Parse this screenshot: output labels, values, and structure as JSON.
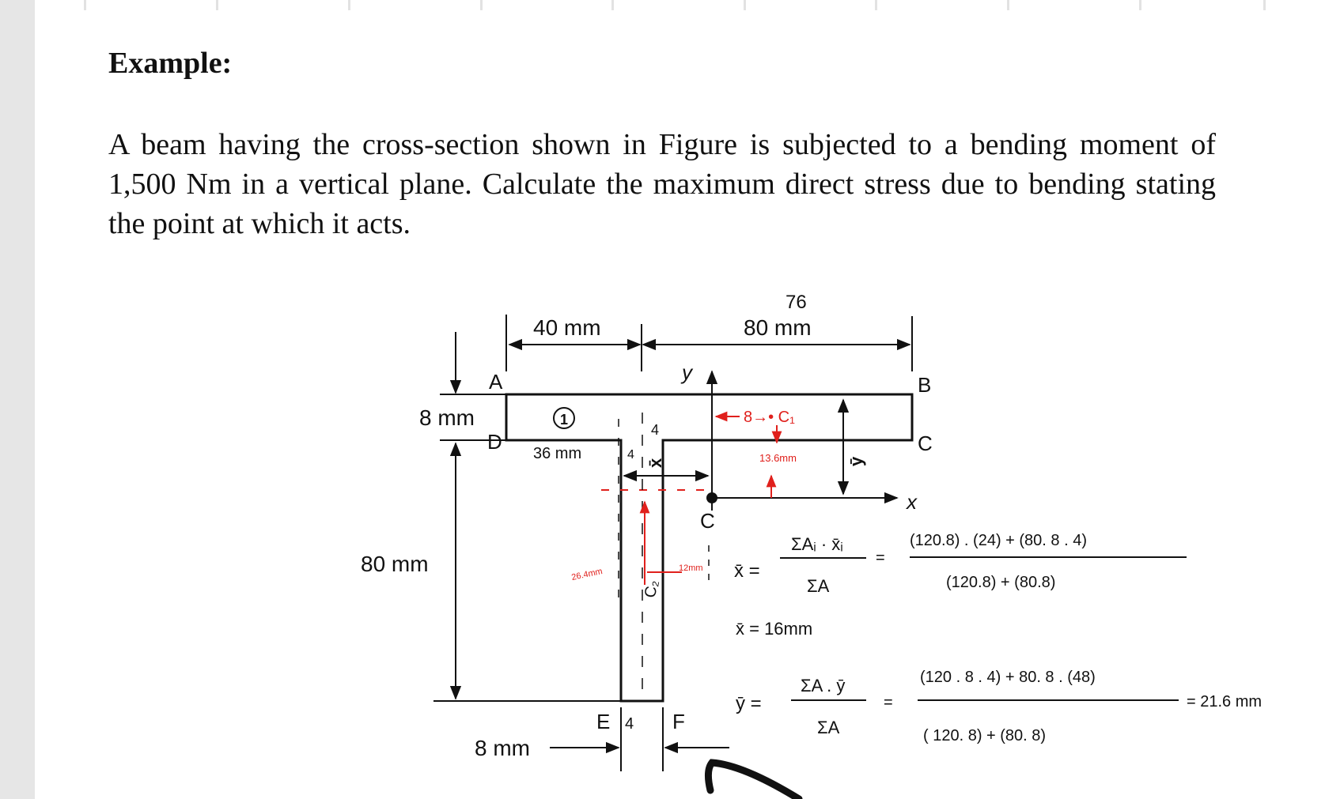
{
  "heading": "Example:",
  "problem_text": "A beam having the cross-section shown in Figure is subjected to a bending moment of 1,500 Nm in a vertical plane. Calculate the maximum direct stress due to bending stating the point at which it acts.",
  "figure": {
    "dims": {
      "top_left": "40 mm",
      "top_right": "80 mm",
      "flange_thickness": "8 mm",
      "total_height": "80 mm",
      "web_thickness": "8 mm"
    },
    "points": {
      "A": "A",
      "B": "B",
      "C": "C",
      "D": "D",
      "E": "E",
      "F": "F",
      "centroid": "C"
    },
    "axes": {
      "y": "y",
      "x": "x"
    },
    "annotations": {
      "seventy_six": "76",
      "area_one": "①",
      "thirty_six": "36 mm",
      "four_top": "4",
      "four_left": "4",
      "four_bottom": "4",
      "x_bar_label": "x̄",
      "y_bar_label": "ȳ",
      "c1_note": "8→• C₁",
      "c2_label": "C₂",
      "dist_13_6": "13.6mm",
      "dist_26": "26.4mm",
      "dist_12": "12mm"
    }
  },
  "calc": {
    "xbar_lhs": "x̄ =",
    "xbar_num": "ΣAᵢ · x̄ᵢ",
    "xbar_den": "ΣA",
    "xbar_eq": "=",
    "xbar_rhs_num": "(120.8) . (24) + (80. 8 . 4)",
    "xbar_rhs_den": "(120.8) + (80.8)",
    "xbar_result": "x̄ = 16mm",
    "ybar_lhs": "ȳ =",
    "ybar_num": "ΣA . ȳ",
    "ybar_den": "ΣA",
    "ybar_eq": "=",
    "ybar_rhs_num": "(120 . 8 . 4) + 80. 8 . (48)",
    "ybar_rhs_den": "( 120. 8) + (80. 8)",
    "ybar_result": "= 21.6 mm"
  },
  "colors": {
    "ink": "#111111",
    "red": "#e0201c",
    "rail": "#e6e6e6"
  }
}
